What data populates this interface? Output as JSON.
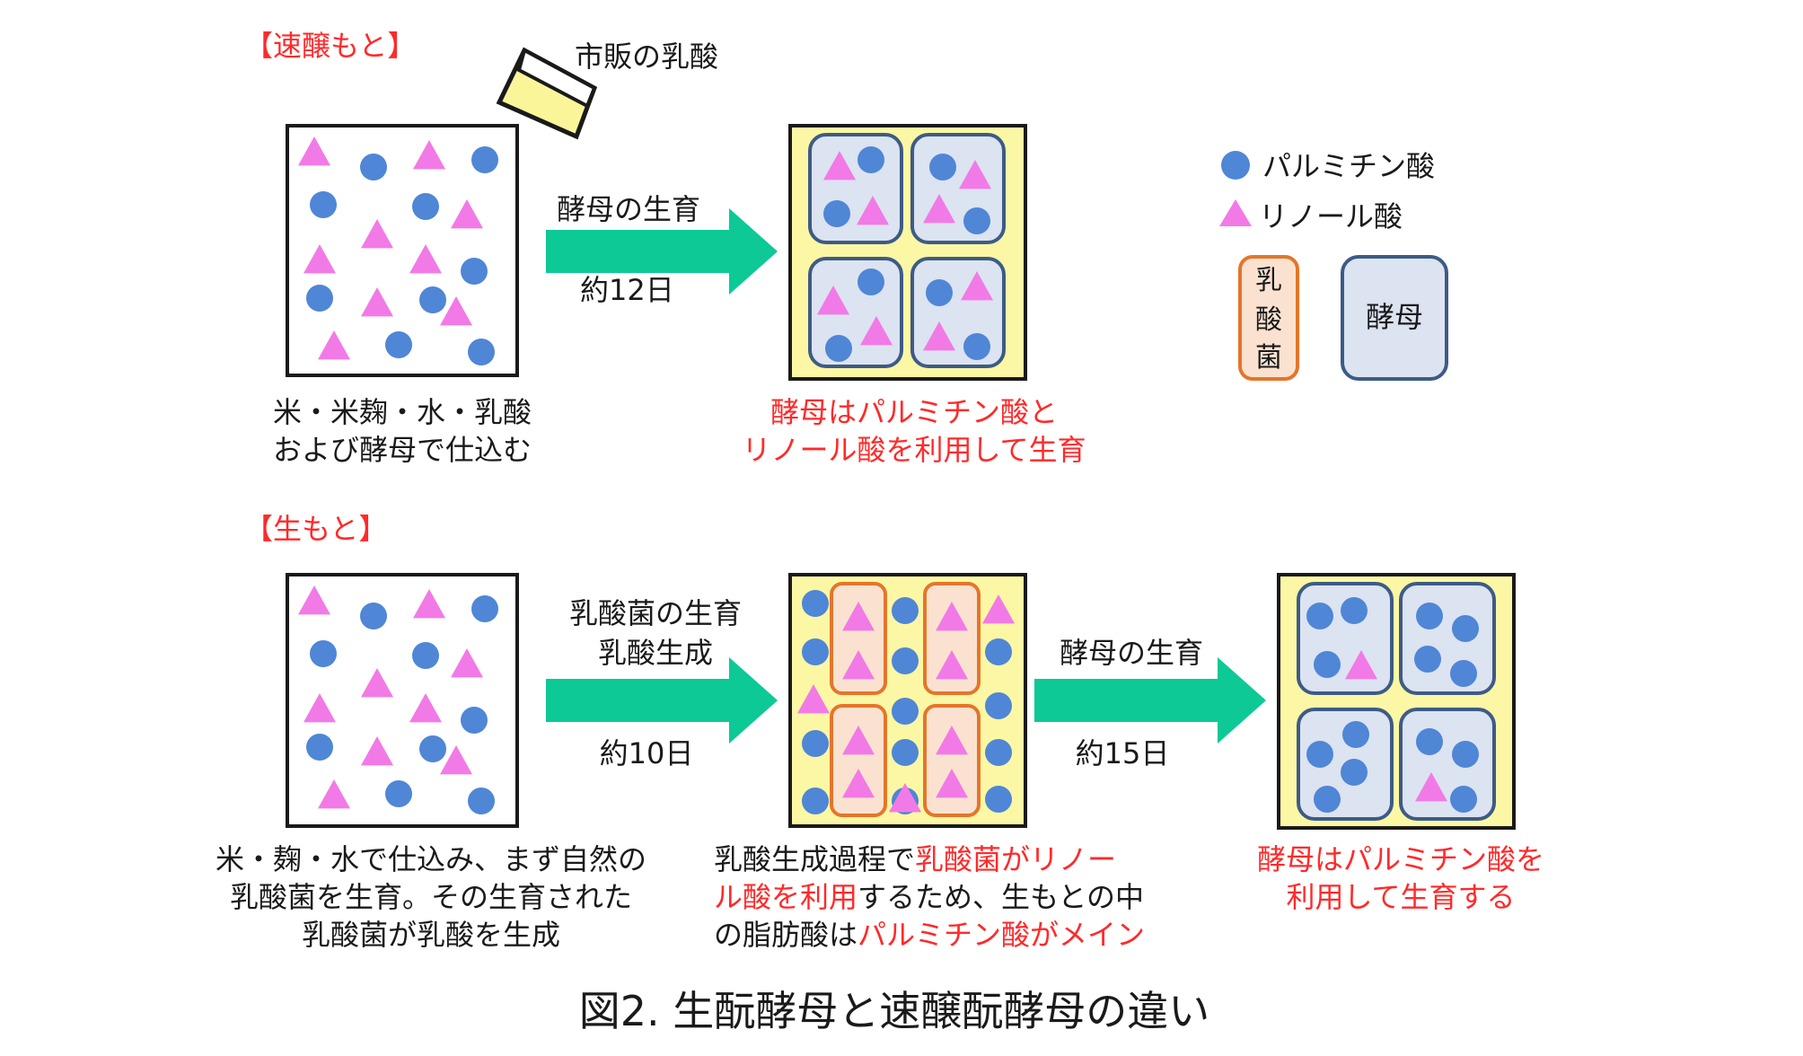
{
  "colors": {
    "red": "#ff2a2a",
    "black": "#1a1a1a",
    "circle": "#4f86d6",
    "triangle": "#f27ae6",
    "arrow": "#0dc995",
    "tank_bg": "#fcf7a4",
    "yeast_fill": "#dce3f1",
    "yeast_stroke": "#3d5b86",
    "lab_fill": "#fbe2d0",
    "lab_stroke": "#e5752a",
    "packet": "#fbf59a"
  },
  "top": {
    "section_label": "【速醸もと】",
    "packet_label": "市販の乳酸",
    "arrow_top": "酵母の生育",
    "arrow_bottom": "約12日",
    "left_caption": [
      "米・米麹・水・乳酸",
      "および酵母で仕込む"
    ],
    "right_caption": [
      "酵母はパルミチン酸と",
      "リノール酸を利用して生育"
    ]
  },
  "legend": {
    "circle_label": "パルミチン酸",
    "triangle_label": "リノール酸",
    "lab_label": [
      "乳",
      "酸",
      "菌"
    ],
    "yeast_label": "酵母"
  },
  "bottom": {
    "section_label": "【生もと】",
    "arrow1_top": [
      "乳酸菌の生育",
      "乳酸生成"
    ],
    "arrow1_bottom": "約10日",
    "arrow2_top": "酵母の生育",
    "arrow2_bottom": "約15日",
    "left_caption": [
      "米・麹・水で仕込み、まず自然の",
      "乳酸菌を生育。その生育された",
      "乳酸菌が乳酸を生成"
    ],
    "middle_caption": [
      [
        {
          "t": "乳酸生成過程で",
          "red": false
        },
        {
          "t": "乳酸菌がリノー",
          "red": true
        }
      ],
      [
        {
          "t": "ル酸を利用",
          "red": true
        },
        {
          "t": "するため、生もとの中",
          "red": false
        }
      ],
      [
        {
          "t": "の脂肪酸は",
          "red": false
        },
        {
          "t": "パルミチン酸がメイン",
          "red": true
        }
      ]
    ],
    "right_caption": [
      "酵母はパルミチン酸を",
      "利用して生育する"
    ]
  },
  "figure_title": "図2. 生酛酵母と速醸酛酵母の違い"
}
